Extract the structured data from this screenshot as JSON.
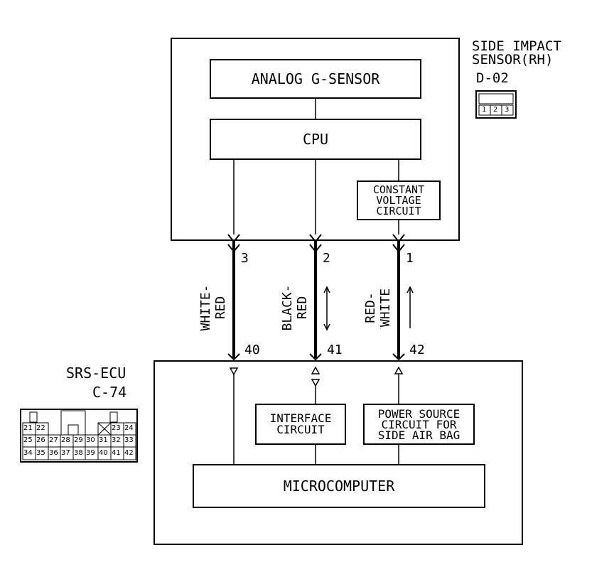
{
  "sensor": {
    "title_line1": "SIDE IMPACT",
    "title_line2": "SENSOR(RH)",
    "connector_id": "D-02",
    "connector_pins": [
      "1",
      "2",
      "3"
    ],
    "analog_block": "ANALOG G-SENSOR",
    "cpu_block": "CPU",
    "cv_line1": "CONSTANT",
    "cv_line2": "VOLTAGE",
    "cv_line3": "CIRCUIT"
  },
  "wires": [
    {
      "color_line1": "WHITE-",
      "color_line2": "RED",
      "sensor_pin": "3",
      "ecu_pin": "40"
    },
    {
      "color_line1": "BLACK-",
      "color_line2": "RED",
      "sensor_pin": "2",
      "ecu_pin": "41"
    },
    {
      "color_line1": "RED-",
      "color_line2": "WHITE",
      "sensor_pin": "1",
      "ecu_pin": "42"
    }
  ],
  "ecu": {
    "title": "SRS-ECU",
    "connector_id": "C-74",
    "interface_line1": "INTERFACE",
    "interface_line2": "CIRCUIT",
    "power_line1": "POWER SOURCE",
    "power_line2": "CIRCUIT FOR",
    "power_line3": "SIDE AIR BAG",
    "micro_block": "MICROCOMPUTER",
    "pin_row1": [
      "21",
      "22",
      "23",
      "24"
    ],
    "pin_row2": [
      "25",
      "26",
      "27",
      "28",
      "29",
      "30",
      "31",
      "32",
      "33"
    ],
    "pin_row3": [
      "34",
      "35",
      "36",
      "37",
      "38",
      "39",
      "40",
      "41",
      "42"
    ]
  }
}
